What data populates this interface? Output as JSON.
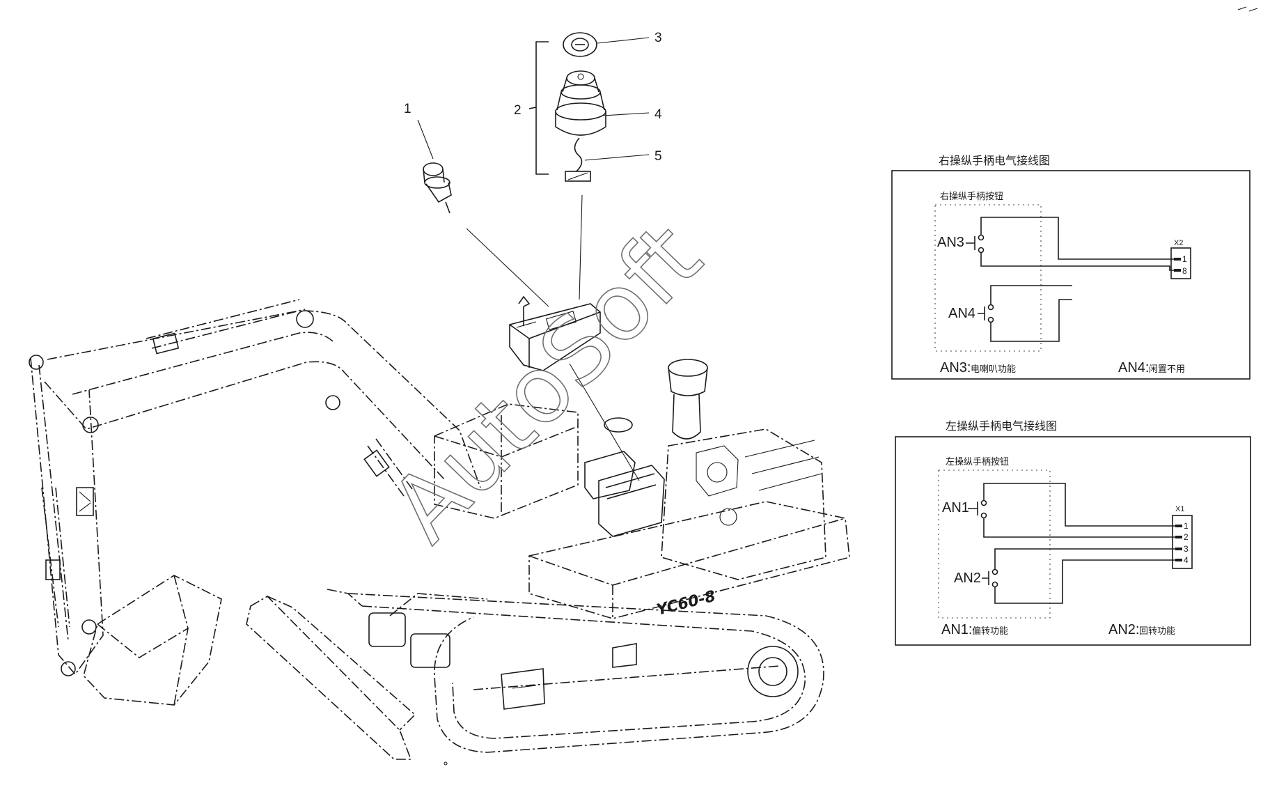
{
  "watermark": "AutoSoft",
  "model_label": "YC60-8",
  "callouts": {
    "c1": "1",
    "c2": "2",
    "c3": "3",
    "c4": "4",
    "c5": "5"
  },
  "right_diagram": {
    "title": "右操纵手柄电气接线图",
    "subtitle": "右操纵手柄按钮",
    "button_top": "AN3",
    "button_bottom": "AN4",
    "connector": "X2",
    "pins": [
      "1",
      "8"
    ],
    "note_left_code": "AN3:",
    "note_left_text": "电喇叭功能",
    "note_right_code": "AN4:",
    "note_right_text": "闲置不用"
  },
  "left_diagram": {
    "title": "左操纵手柄电气接线图",
    "subtitle": "左操纵手柄按钮",
    "button_top": "AN1",
    "button_bottom": "AN2",
    "connector": "X1",
    "pins": [
      "1",
      "2",
      "3",
      "4"
    ],
    "note_left_code": "AN1:",
    "note_left_text": "偏转功能",
    "note_right_code": "AN2:",
    "note_right_text": "回转功能"
  },
  "colors": {
    "line": "#1b1b1b",
    "watermark": "#6f6f6f",
    "background": "#ffffff"
  }
}
